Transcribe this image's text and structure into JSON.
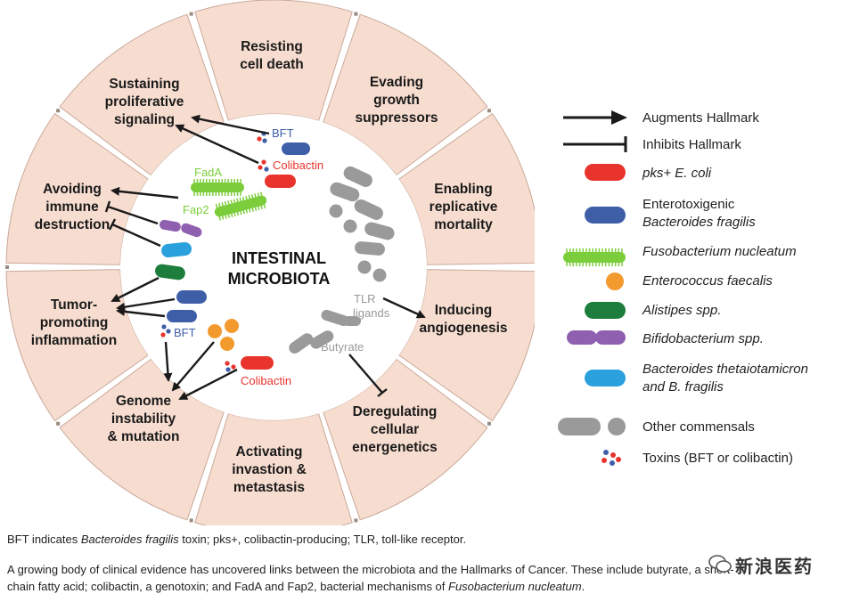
{
  "center": {
    "line1": "INTESTINAL",
    "line2": "MICROBIOTA"
  },
  "hallmarks": [
    {
      "id": "resisting-cell-death",
      "lines": [
        "Resisting",
        "cell death"
      ]
    },
    {
      "id": "evading-growth-suppressors",
      "lines": [
        "Evading",
        "growth",
        "suppressors"
      ]
    },
    {
      "id": "enabling-replicative-mortality",
      "lines": [
        "Enabling",
        "replicative",
        "mortality"
      ]
    },
    {
      "id": "inducing-angiogenesis",
      "lines": [
        "Inducing",
        "angiogenesis"
      ]
    },
    {
      "id": "deregulating-cellular-energenetics",
      "lines": [
        "Deregulating",
        "cellular",
        "energenetics"
      ]
    },
    {
      "id": "activating-invastion-metastasis",
      "lines": [
        "Activating",
        "invastion &",
        "metastasis"
      ]
    },
    {
      "id": "genome-instability-mutation",
      "lines": [
        "Genome",
        "instability",
        "& mutation"
      ]
    },
    {
      "id": "tumor-promoting-inflammation",
      "lines": [
        "Tumor-",
        "promoting",
        "inflammation"
      ]
    },
    {
      "id": "avoiding-immune-destruction",
      "lines": [
        "Avoiding",
        "immune",
        "destruction"
      ]
    },
    {
      "id": "sustaining-proliferative-signaling",
      "lines": [
        "Sustaining",
        "proliferative",
        "signaling"
      ]
    }
  ],
  "inner_labels": {
    "bft_top": "BFT",
    "colibactin_top": "Colibactin",
    "fada": "FadA",
    "fap2": "Fap2",
    "tlr_line1": "TLR",
    "tlr_line2": "ligands",
    "butyrate": "Butyrate",
    "bft_bottom": "BFT",
    "colibactin_bottom": "Colibactin"
  },
  "legend": [
    {
      "icon": "arrow-icon",
      "text": "Augments Hallmark"
    },
    {
      "icon": "inhibit-icon",
      "text": "Inhibits Hallmark"
    },
    {
      "icon": "pks-ecoli-icon",
      "text": "pks+ E. coli"
    },
    {
      "icon": "etbf-icon",
      "line1": "Enterotoxigenic",
      "line2": "Bacteroides fragilis"
    },
    {
      "icon": "fusobacterium-icon",
      "text": "Fusobacterium nucleatum"
    },
    {
      "icon": "enterococcus-icon",
      "text": "Enterococcus faecalis"
    },
    {
      "icon": "alistipes-icon",
      "text": "Alistipes spp."
    },
    {
      "icon": "bifidobacterium-icon",
      "text": "Bifidobacterium spp."
    },
    {
      "icon": "bacteroides-theta-icon",
      "line1": "Bacteroides thetaiotamicron",
      "line2": "and B. fragilis"
    },
    {
      "icon": "commensals-icon",
      "text": "Other commensals"
    },
    {
      "icon": "toxins-icon",
      "text": "Toxins (BFT or colibactin)"
    }
  ],
  "colors": {
    "segment_fill": "#f7ddd0",
    "segment_stroke": "#c9a99a",
    "ecoli_red": "#e8342c",
    "etbf_blue": "#3e5ea8",
    "fuso_green": "#7ccd3c",
    "entero_orange": "#f39a2e",
    "alistipes_green": "#1d7d3c",
    "bifido_purple": "#8f5fb0",
    "theta_cyan": "#2aa0dc",
    "commensal_gray": "#9a9a9a"
  },
  "footnote": {
    "line1_pre": "BFT indicates ",
    "line1_it": "Bacteroides fragilis",
    "line1_post": " toxin; pks+, colibactin-producing; TLR, toll-like receptor.",
    "line2": "A growing body of clinical evidence has uncovered links between the microbiota and the Hallmarks of Cancer. These include butyrate, a short-",
    "line3_pre": "chain fatty acid; colibactin, a genotoxin; and FadA and Fap2, bacterial mechanisms of ",
    "line3_it": "Fusobacterium nucleatum",
    "line3_post": "."
  },
  "watermark": {
    "text": "新浪医药"
  }
}
